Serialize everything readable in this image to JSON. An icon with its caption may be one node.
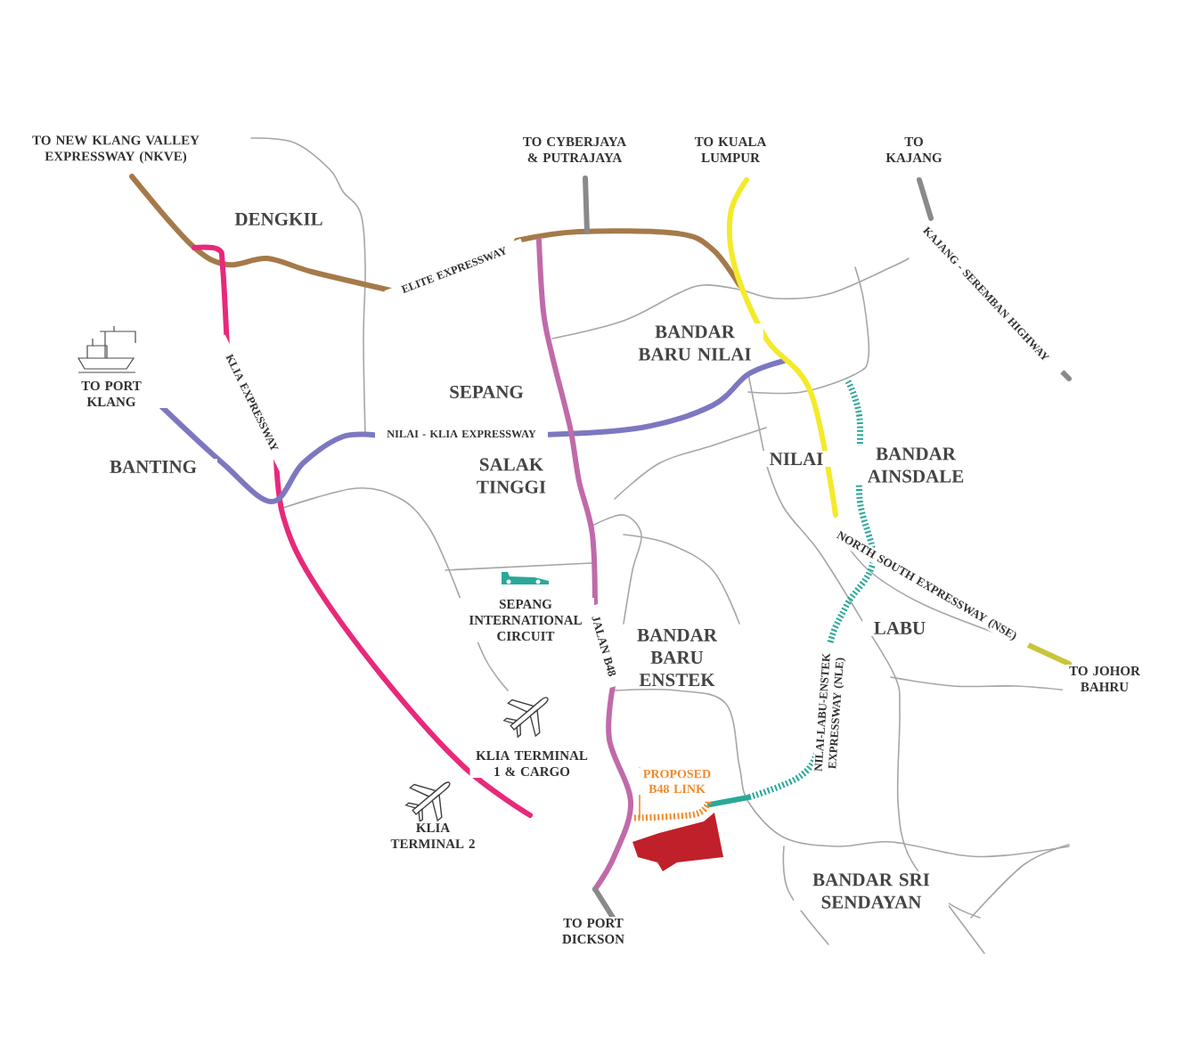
{
  "diagram": {
    "nodes": [
      {
        "text": [],
        "shape": "polygon"
      }
    ],
    "labels": [
      "TO NEW KLANG VALLEY EXPRESSWAY (NKVE)",
      "TO CYBERJAYA & PUTRAJAYA",
      "TO KUALA LUMPUR",
      "TO KAJANG",
      "DENGKIL",
      "ELITE EXPRESSWAY",
      "KAJANG - SEREMBAN HIGHWAY",
      "BANDAR BARU NILAI",
      "TO PORT KLANG",
      "SEPANG",
      "KLIA EXPRESSWAY",
      "NILAI - KLIA EXPRESSWAY",
      "BANDAR AINSDALE",
      "NILAI",
      "BANTING",
      "SALAK TINGGI",
      "NORTH SOUTH EXPRESSWAY (NSE)",
      "SEPANG INTERNATIONAL CIRCUIT",
      "LABU",
      "JALAN B48",
      "BANDAR BARU ENSTEK",
      "TO JOHOR BAHRU",
      "NILAI-LABU-ENSTEK EXPRESSWAY (NLE)",
      "KLIA TERMINAL 1 & CARGO",
      "PROPOSED B48 LINK",
      "KLIA TERMINAL 2",
      "BANDAR SRI SENDAYAN",
      "TO PORT DICKSON"
    ]
  }
}
